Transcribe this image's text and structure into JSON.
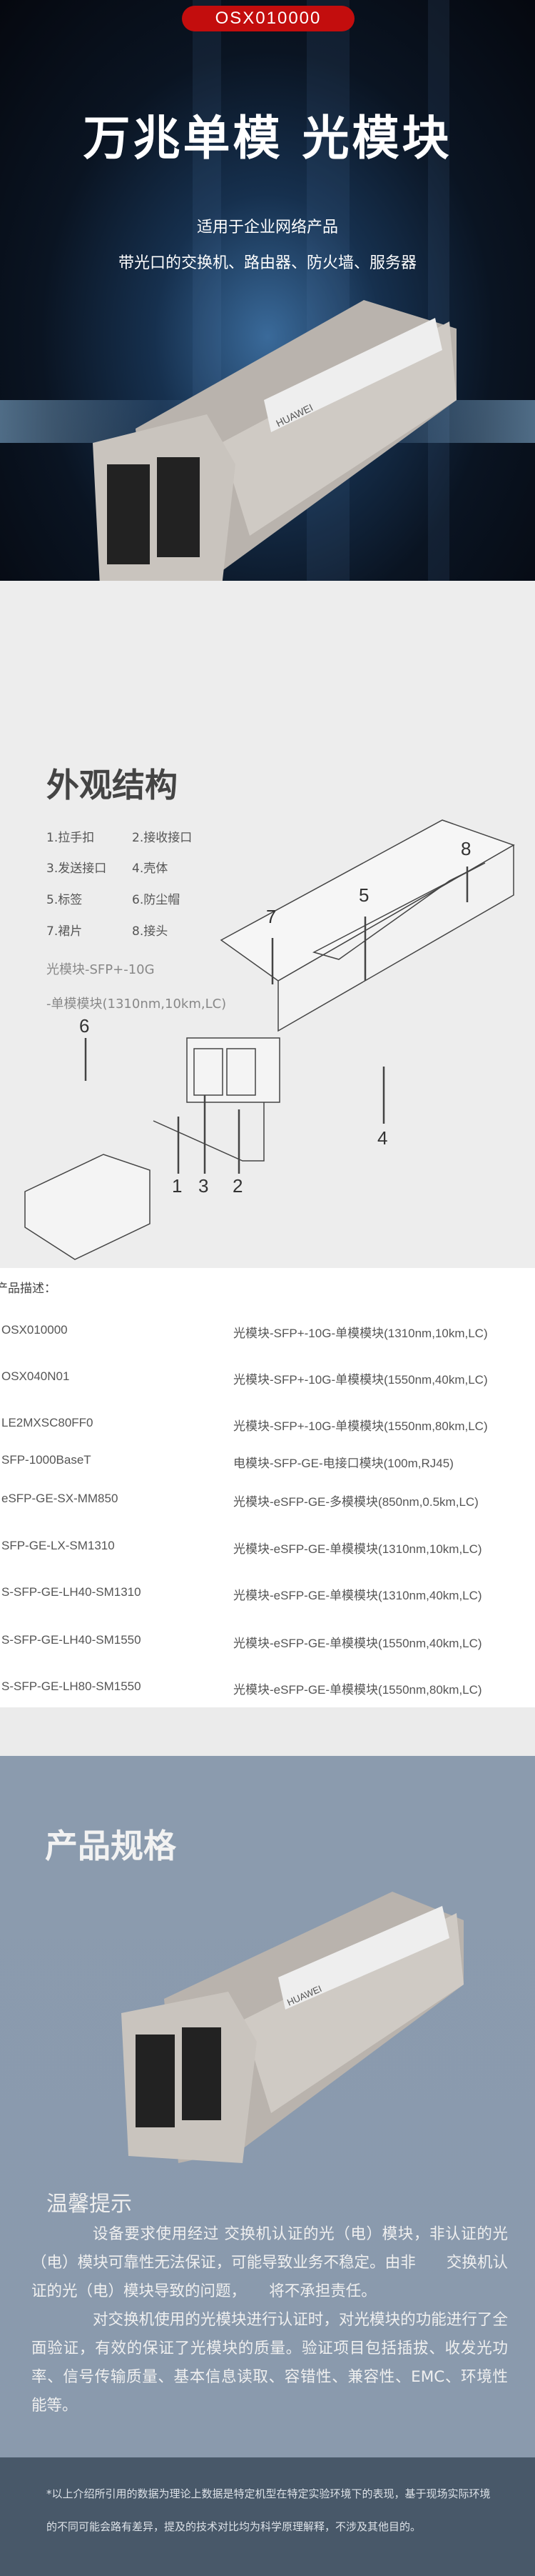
{
  "hero": {
    "badge": "OSX010000",
    "title": "万兆单模 光模块",
    "subtitle_1": "适用于企业网络产品",
    "subtitle_2": "带光口的交换机、路由器、防火墙、服务器",
    "label_brand": "HUAWEI"
  },
  "structure": {
    "title": "外观结构",
    "parts": [
      "1.拉手扣",
      "2.接收接口",
      "3.发送接口",
      "4.壳体",
      "5.标签",
      "6.防尘帽",
      "7.裙片",
      "8.接头"
    ],
    "module_line_1": "光模块-SFP+-10G",
    "module_line_2": "-单模模块(1310nm,10km,LC)",
    "callouts": [
      "1",
      "2",
      "3",
      "4",
      "5",
      "6",
      "7",
      "8"
    ]
  },
  "product_list": {
    "header": "产品描述：",
    "rows": [
      {
        "model": "OSX010000",
        "desc": "光模块-SFP+-10G-单模模块(1310nm,10km,LC)"
      },
      {
        "model": "OSX040N01",
        "desc": "光模块-SFP+-10G-单模模块(1550nm,40km,LC)"
      },
      {
        "model": "LE2MXSC80FF0",
        "desc": "光模块-SFP+-10G-单模模块(1550nm,80km,LC)"
      },
      {
        "model": "SFP-1000BaseT",
        "desc": "电模块-SFP-GE-电接口模块(100m,RJ45)"
      },
      {
        "model": "eSFP-GE-SX-MM850",
        "desc": "光模块-eSFP-GE-多模模块(850nm,0.5km,LC)"
      },
      {
        "model": "SFP-GE-LX-SM1310",
        "desc": "光模块-eSFP-GE-单模模块(1310nm,10km,LC)"
      },
      {
        "model": "S-SFP-GE-LH40-SM1310",
        "desc": "光模块-eSFP-GE-单模模块(1310nm,40km,LC)"
      },
      {
        "model": "S-SFP-GE-LH40-SM1550",
        "desc": "光模块-eSFP-GE-单模模块(1550nm,40km,LC)"
      },
      {
        "model": "S-SFP-GE-LH80-SM1550",
        "desc": "光模块-eSFP-GE-单模模块(1550nm,80km,LC)"
      }
    ]
  },
  "spec": {
    "title": "产品规格",
    "tip_title": "温馨提示",
    "tip_p1": "设备要求使用经过 交换机认证的光（电）模块，非认证的光（电）模块可靠性无法保证，可能导致业务不稳定。由非　　交换机认证的光（电）模块导致的问题，　　将不承担责任。",
    "tip_p2": "对交换机使用的光模块进行认证时，对光模块的功能进行了全面验证，有效的保证了光模块的质量。验证项目包括插拔、收发光功率、信号传输质量、基本信息读取、容错性、兼容性、EMC、环境性能等。"
  },
  "footer": {
    "note": "*以上介绍所引用的数据为理论上数据是特定机型在特定实验环境下的表现，基于现场实际环境的不同可能会路有差异，提及的技术对比均为科学原理解释，不涉及其他目的。"
  },
  "colors": {
    "badge": "#c30d0d",
    "spec_bg": "#8a9aad",
    "footer_bg": "#485869"
  }
}
